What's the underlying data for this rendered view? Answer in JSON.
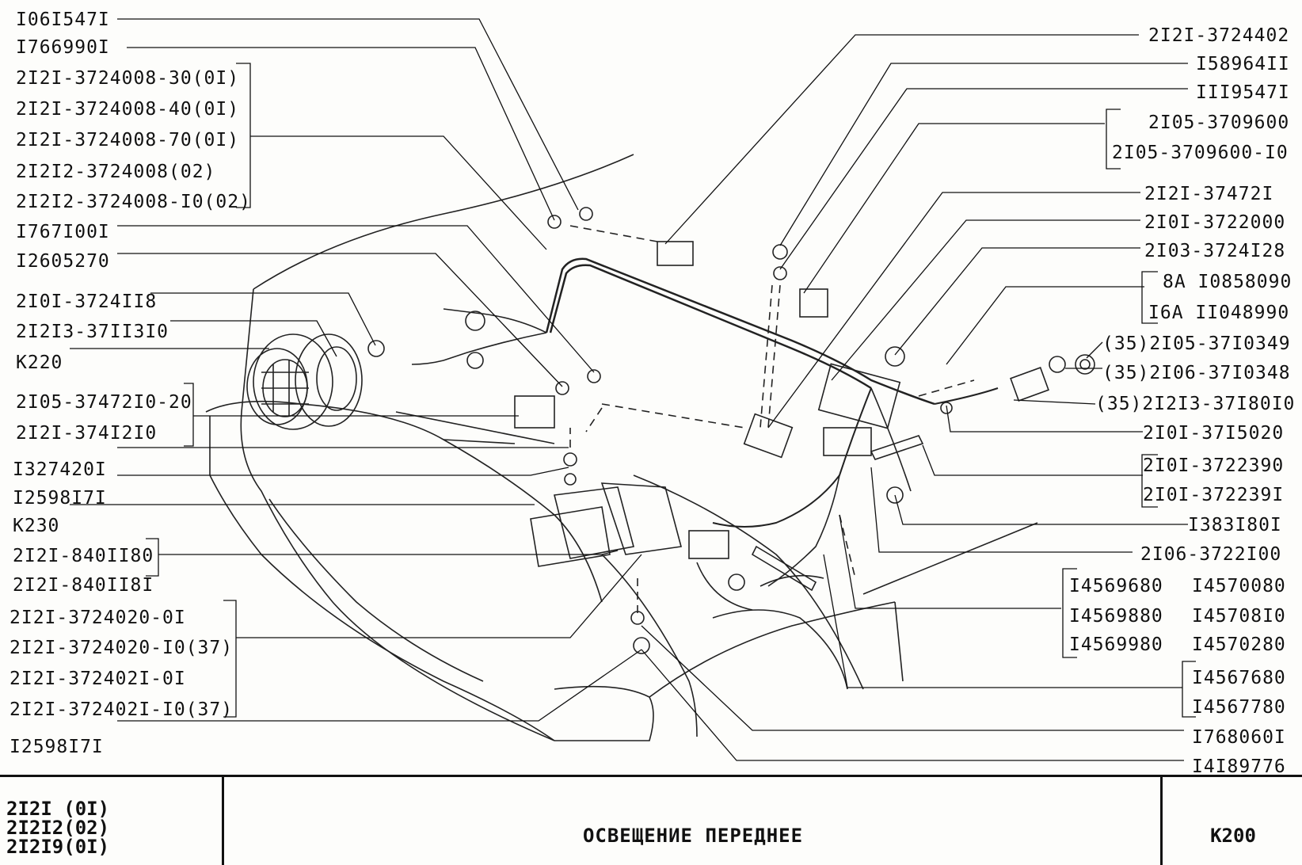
{
  "left_labels": [
    "I06I547I",
    "I766990I",
    "2I2I-3724008-30(0I)",
    "2I2I-3724008-40(0I)",
    "2I2I-3724008-70(0I)",
    "2I2I2-3724008(02)",
    "2I2I2-3724008-I0(02)",
    "I767I00I",
    "I2605270",
    "2I0I-3724II8",
    "2I2I3-37II3I0",
    "K220",
    "2I05-37472I0-20",
    "2I2I-374I2I0",
    "I327420I",
    "I2598I7I",
    "K230",
    "2I2I-840II80",
    "2I2I-840II8I",
    "2I2I-3724020-0I",
    "2I2I-3724020-I0(37)",
    "2I2I-372402I-0I",
    "2I2I-372402I-I0(37)",
    "I2598I7I"
  ],
  "right_labels": [
    "2I2I-3724402",
    "I58964II",
    "III9547I",
    "2I05-3709600",
    "2I05-3709600-I0",
    "2I2I-37472I",
    "2I0I-3722000",
    "2I03-3724I28",
    "8A I0858090",
    "I6A II048990",
    "(35)2I05-37I0349",
    "(35)2I06-37I0348",
    "(35)2I2I3-37I80I0",
    "2I0I-37I5020",
    "2I0I-3722390",
    "2I0I-372239I",
    "I383I80I",
    "2I06-3722I00",
    "I4569680",
    "I4570080",
    "I4569880",
    "I45708I0",
    "I4569980",
    "I4570280",
    "I4567680",
    "I4567780",
    "I768060I",
    "I4I89776"
  ],
  "title_block": {
    "models": [
      "2I2I (0I)",
      "2I2I2(02)",
      "2I2I9(0I)"
    ],
    "title": "ОСВЕЩЕНИЕ ПЕРЕДНЕЕ",
    "code": "K200"
  }
}
